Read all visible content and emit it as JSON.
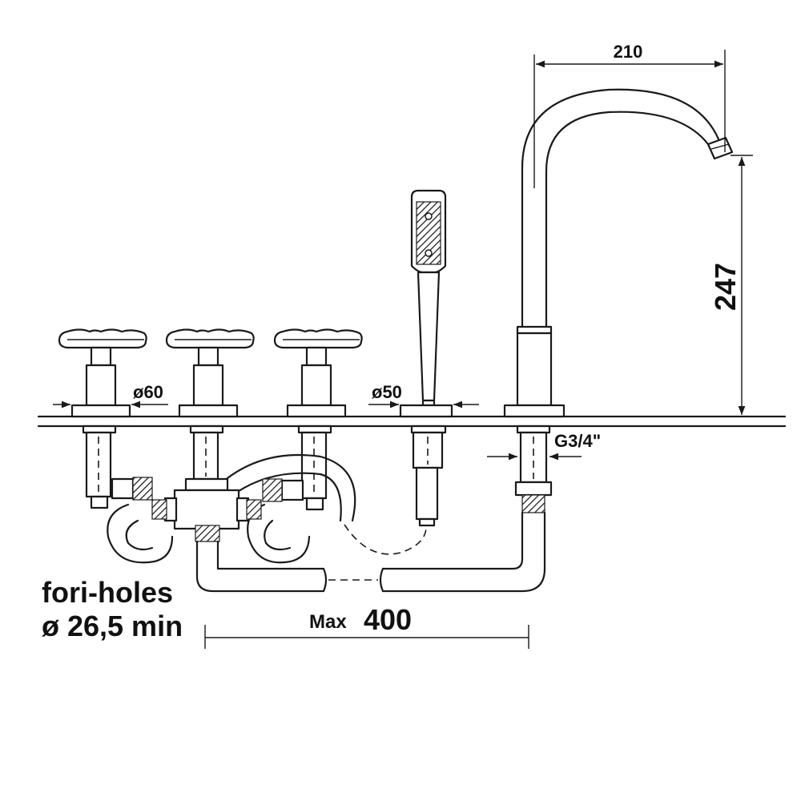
{
  "dimensions": {
    "spout_reach": "210",
    "spout_height": "247",
    "handle_diameter": "ø60",
    "shower_diameter": "ø50",
    "thread": "G3/4\"",
    "max_prefix": "Max",
    "max_value": "400"
  },
  "notes": {
    "holes_line1": "fori-holes",
    "holes_line2": "ø 26,5 min"
  }
}
